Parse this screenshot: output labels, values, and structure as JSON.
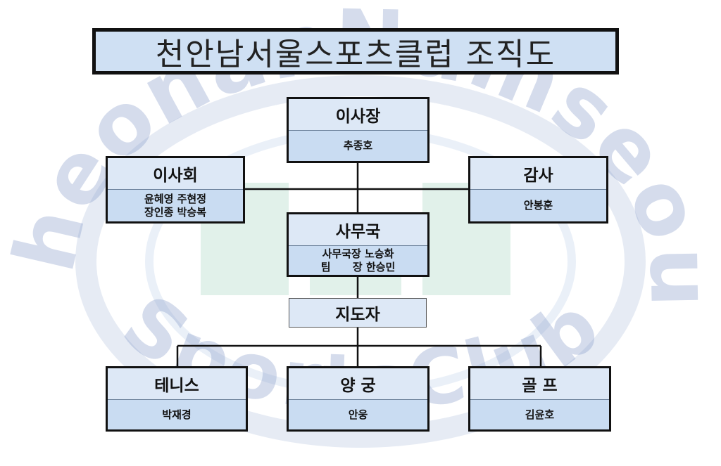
{
  "title": "천안남서울스포츠클럽 조직도",
  "watermark": {
    "text_top": "CheonanNamseoul",
    "text_bottom": "SportsClub"
  },
  "nodes": {
    "chairman": {
      "title": "이사장",
      "members": [
        "추종호"
      ]
    },
    "board": {
      "title": "이사회",
      "members": [
        "윤혜영 주현정",
        "장인종 박승복"
      ]
    },
    "auditor": {
      "title": "감사",
      "members": [
        "안봉훈"
      ]
    },
    "secretariat": {
      "title": "사무국",
      "members": [
        "사무국장 노승화",
        "팀      장 한승민"
      ]
    },
    "coach": {
      "title": "지도자"
    },
    "tennis": {
      "title": "테니스",
      "members": [
        "박재경"
      ]
    },
    "archery": {
      "title": "양  궁",
      "members": [
        "안웅"
      ]
    },
    "golf": {
      "title": "골  프",
      "members": [
        "김윤호"
      ]
    }
  },
  "colors": {
    "box_fill": "#c9dcf2",
    "box_header": "#dde8f6",
    "title_fill": "#cfe0f3",
    "border": "#111111",
    "watermark_blue": "#7f95c6",
    "watermark_green": "#7cc6a0"
  }
}
